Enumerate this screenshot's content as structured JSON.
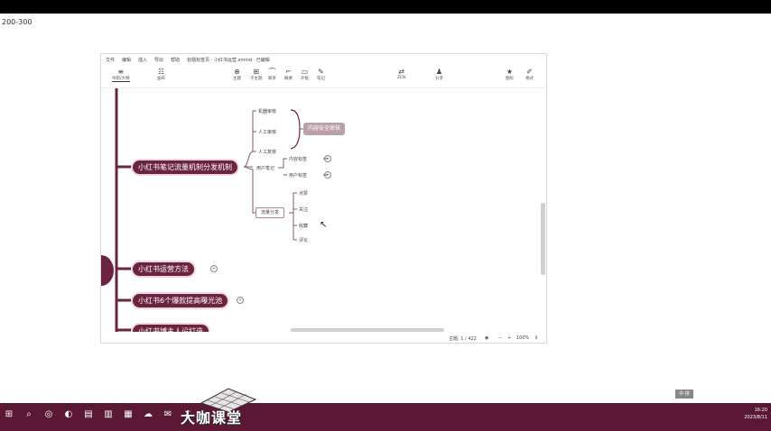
{
  "corner_label": "200-300",
  "menu": [
    "文件",
    "编辑",
    "插入",
    "导出",
    "帮助",
    "标题标签页 · 小红书运营.xmind · 已编辑"
  ],
  "toolbar": {
    "left": [
      {
        "icon": "≡",
        "label": "导航/大纲"
      },
      {
        "icon": "☷",
        "label": "画布"
      }
    ],
    "middle": [
      {
        "icon": "⊕",
        "label": "主题"
      },
      {
        "icon": "⊞",
        "label": "子主题"
      },
      {
        "icon": "⌒",
        "label": "联系"
      },
      {
        "icon": "⌐",
        "label": "概要"
      },
      {
        "icon": "▭",
        "label": "外框"
      },
      {
        "icon": "✎",
        "label": "笔记"
      }
    ],
    "right_mid": [
      {
        "icon": "⇄",
        "label": "ZEN"
      },
      {
        "icon": "♟",
        "label": "分享"
      }
    ],
    "right": [
      {
        "icon": "★",
        "label": "图标"
      },
      {
        "icon": "✐",
        "label": "格式"
      }
    ]
  },
  "mindmap": {
    "branches": [
      "小红书笔记流量机制分发机制",
      "小红书运营方法",
      "小红书6个爆款提高曝光池",
      "小红书博主人设打造"
    ],
    "review_items": [
      "机器审核",
      "人工审核",
      "人工复核"
    ],
    "review_summary": "内容安全审核",
    "tag_group_label": "用户笔记",
    "tags": [
      "内容标签",
      "用户标签"
    ],
    "eval_label": "流量分发",
    "eval_items": [
      "点赞",
      "关注",
      "收藏",
      "评论"
    ]
  },
  "status": {
    "topics": "主题: 1 / 422",
    "zoom": "100%"
  },
  "taskbar": {
    "icons": [
      "windows-icon",
      "search-icon",
      "chrome-icon",
      "explorer-icon",
      "folder-icon",
      "doc-icon",
      "image-icon",
      "cloud-icon",
      "mail-icon",
      "xmind-icon"
    ],
    "watermark": "大咖课堂",
    "ime": "中 拼",
    "time": "16:20",
    "date": "2023/8/11"
  },
  "colors": {
    "branch": "#6b2440",
    "taskbar": "#5a1834"
  }
}
